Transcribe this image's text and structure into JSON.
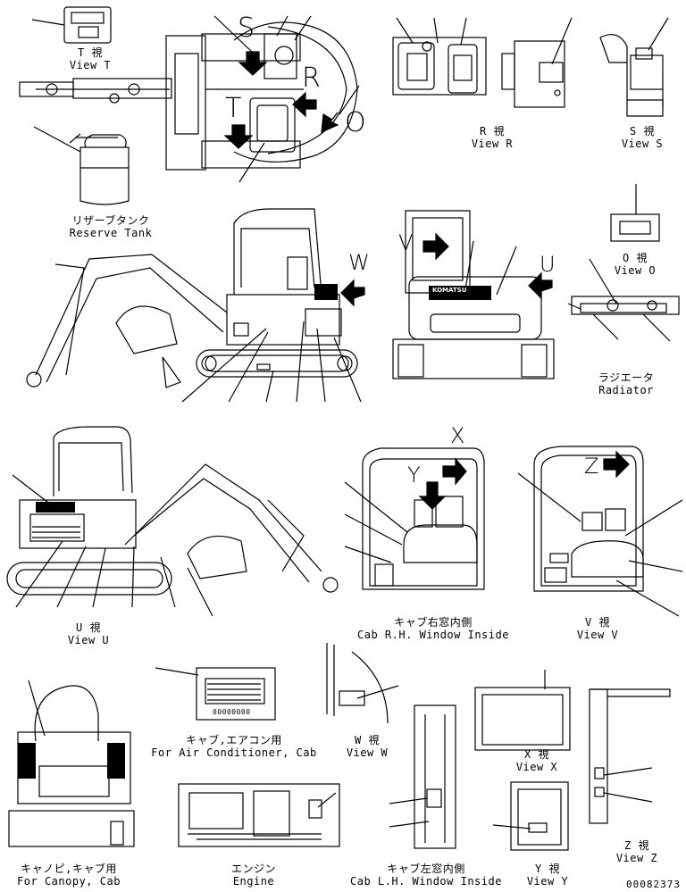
{
  "views": {
    "t": {
      "ja": "T 視",
      "en": "View T"
    },
    "r": {
      "ja": "R 視",
      "en": "View R"
    },
    "s": {
      "ja": "S 視",
      "en": "View S"
    },
    "o": {
      "ja": "O 視",
      "en": "View O"
    },
    "u": {
      "ja": "U 視",
      "en": "View U"
    },
    "v": {
      "ja": "V 視",
      "en": "View V"
    },
    "w": {
      "ja": "W 視",
      "en": "View W"
    },
    "x": {
      "ja": "X 視",
      "en": "View X"
    },
    "y": {
      "ja": "Y 視",
      "en": "View Y"
    },
    "z": {
      "ja": "Z 視",
      "en": "View Z"
    }
  },
  "parts": {
    "reserve_tank": {
      "ja": "リザーブタンク",
      "en": "Reserve Tank"
    },
    "radiator": {
      "ja": "ラジエータ",
      "en": "Radiator"
    },
    "cab_rh": {
      "ja": "キャブ右窓内側",
      "en": "Cab R.H. Window Inside"
    },
    "cab_lh": {
      "ja": "キャブ左窓内側",
      "en": "Cab L.H. Window Inside"
    },
    "aircon": {
      "ja": "キャブ,エアコン用",
      "en": "For Air Conditioner, Cab"
    },
    "canopy": {
      "ja": "キャノピ,キャブ用",
      "en": "For Canopy, Cab"
    },
    "engine": {
      "ja": "エンジン",
      "en": "Engine"
    }
  },
  "letters": {
    "s": "S",
    "r": "R",
    "t": "T",
    "o": "O",
    "w": "W",
    "u": "U",
    "v": "V",
    "x": "X",
    "y": "Y",
    "z": "Z"
  },
  "code": "00082373",
  "decal_text": {
    "brand": "KOMATSU",
    "digits": "00000000"
  }
}
